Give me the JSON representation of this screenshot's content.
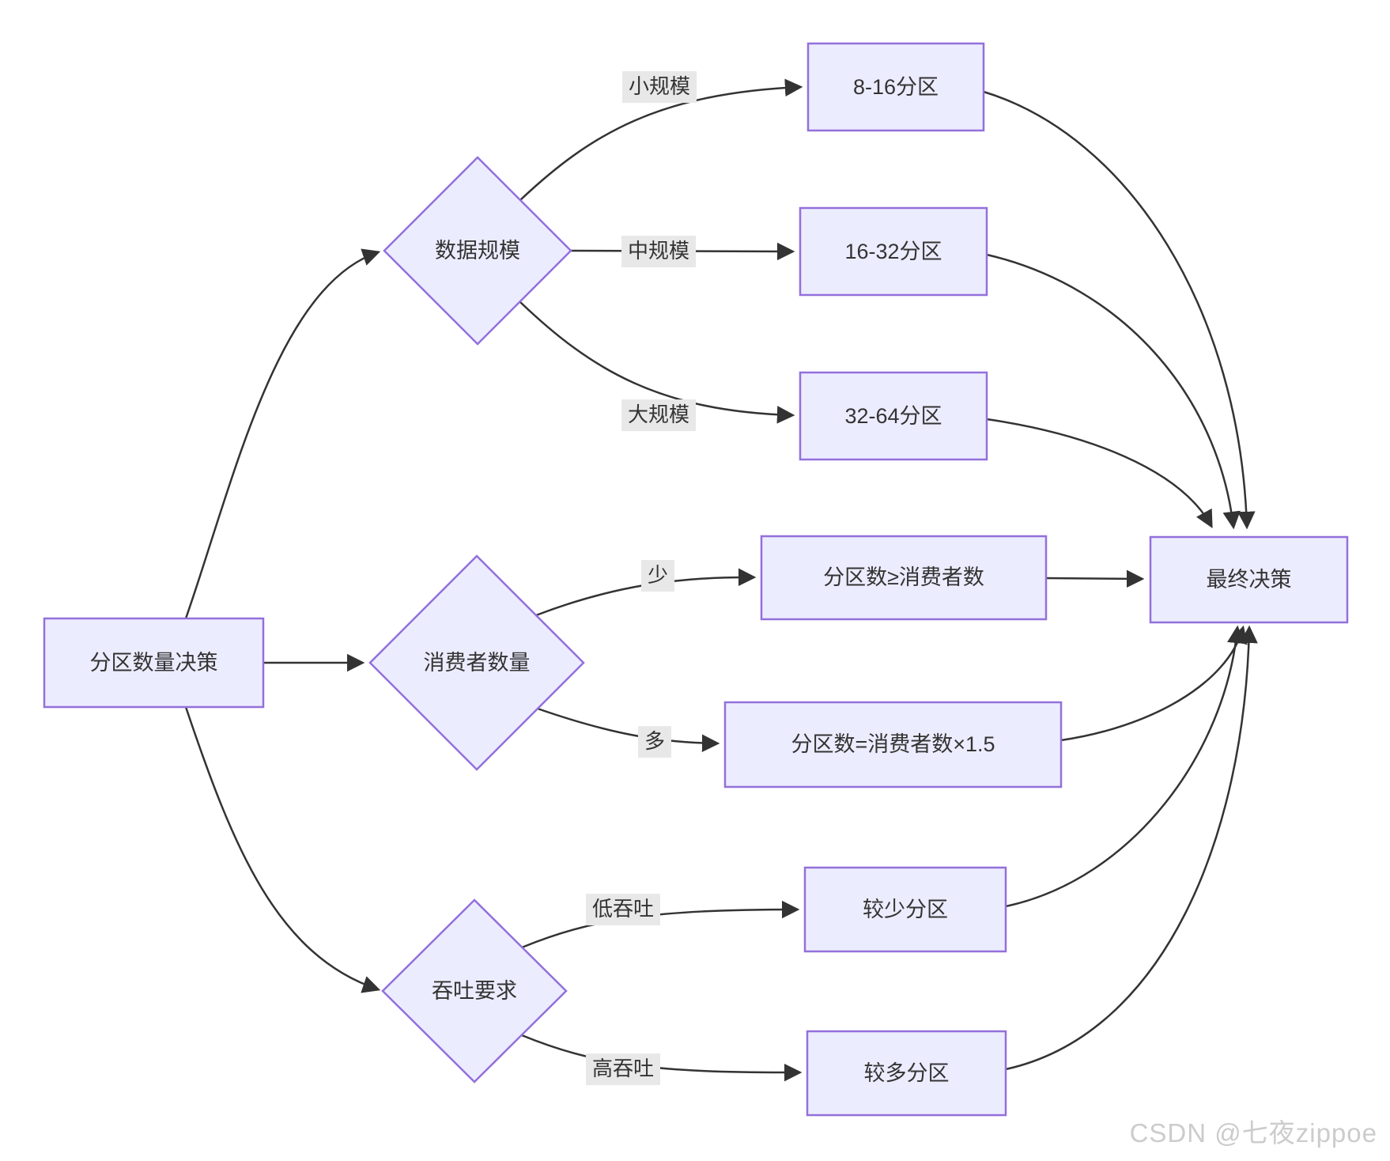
{
  "diagram": {
    "type": "flowchart",
    "direction": "LR",
    "nodes": {
      "root": {
        "label": "分区数量决策",
        "shape": "rect"
      },
      "data_scale": {
        "label": "数据规模",
        "shape": "diamond"
      },
      "consumer_count": {
        "label": "消费者数量",
        "shape": "diamond"
      },
      "throughput": {
        "label": "吞吐要求",
        "shape": "diamond"
      },
      "p_8_16": {
        "label": "8-16分区",
        "shape": "rect"
      },
      "p_16_32": {
        "label": "16-32分区",
        "shape": "rect"
      },
      "p_32_64": {
        "label": "32-64分区",
        "shape": "rect"
      },
      "p_ge_consumers": {
        "label": "分区数≥消费者数",
        "shape": "rect"
      },
      "p_eq_consumers_x15": {
        "label": "分区数=消费者数×1.5",
        "shape": "rect"
      },
      "p_fewer": {
        "label": "较少分区",
        "shape": "rect"
      },
      "p_more": {
        "label": "较多分区",
        "shape": "rect"
      },
      "final": {
        "label": "最终决策",
        "shape": "rect"
      }
    },
    "edge_labels": {
      "small_scale": "小规模",
      "mid_scale": "中规模",
      "large_scale": "大规模",
      "few": "少",
      "many": "多",
      "low_throughput": "低吞吐",
      "high_throughput": "高吞吐"
    },
    "edges": [
      {
        "from": "分区数量决策",
        "to": "数据规模",
        "label": ""
      },
      {
        "from": "分区数量决策",
        "to": "消费者数量",
        "label": ""
      },
      {
        "from": "分区数量决策",
        "to": "吞吐要求",
        "label": ""
      },
      {
        "from": "数据规模",
        "to": "8-16分区",
        "label": "小规模"
      },
      {
        "from": "数据规模",
        "to": "16-32分区",
        "label": "中规模"
      },
      {
        "from": "数据规模",
        "to": "32-64分区",
        "label": "大规模"
      },
      {
        "from": "消费者数量",
        "to": "分区数≥消费者数",
        "label": "少"
      },
      {
        "from": "消费者数量",
        "to": "分区数=消费者数×1.5",
        "label": "多"
      },
      {
        "from": "吞吐要求",
        "to": "较少分区",
        "label": "低吞吐"
      },
      {
        "from": "吞吐要求",
        "to": "较多分区",
        "label": "高吞吐"
      },
      {
        "from": "8-16分区",
        "to": "最终决策",
        "label": ""
      },
      {
        "from": "16-32分区",
        "to": "最终决策",
        "label": ""
      },
      {
        "from": "32-64分区",
        "to": "最终决策",
        "label": ""
      },
      {
        "from": "分区数≥消费者数",
        "to": "最终决策",
        "label": ""
      },
      {
        "from": "分区数=消费者数×1.5",
        "to": "最终决策",
        "label": ""
      },
      {
        "from": "较少分区",
        "to": "最终决策",
        "label": ""
      },
      {
        "from": "较多分区",
        "to": "最终决策",
        "label": ""
      }
    ]
  },
  "colors": {
    "node_fill": "#ECECFF",
    "node_border": "#9370DB",
    "edge": "#333333",
    "edge_label_bg": "#e8e8e8",
    "text": "#333333",
    "watermark": "#cccccc"
  },
  "watermark": "CSDN @七夜zippoe"
}
